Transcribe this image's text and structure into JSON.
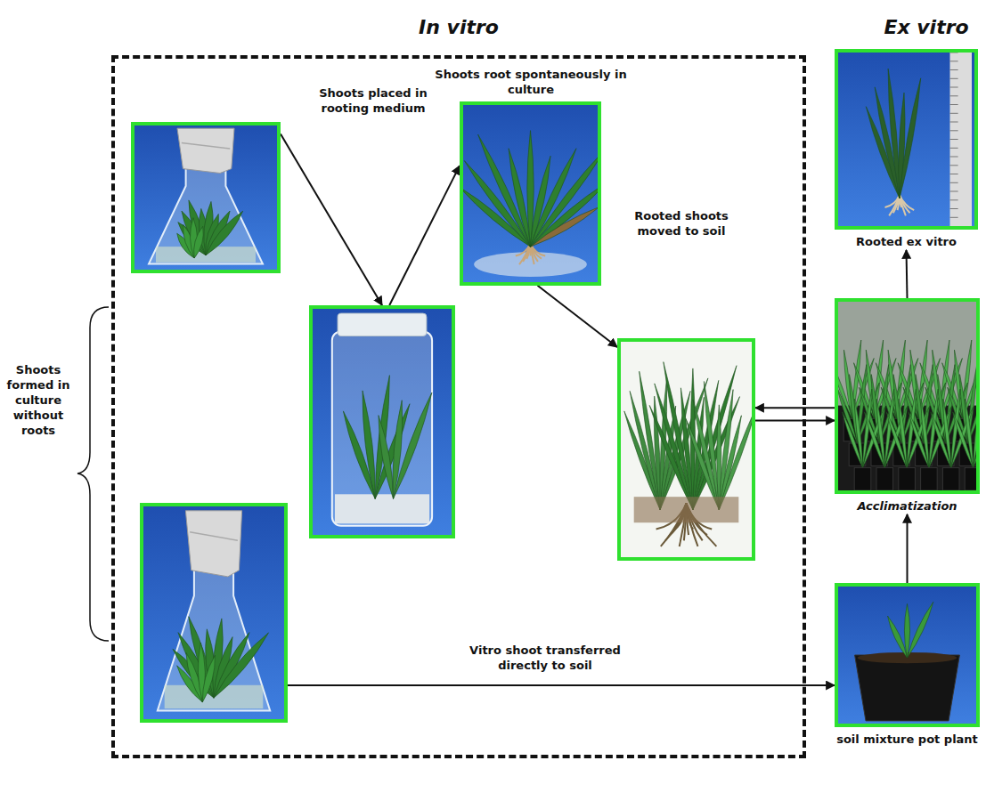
{
  "diagram": {
    "nodes": [
      {
        "text": [
          "In vitro"
        ]
      },
      {
        "text": [],
        "in": 0
      },
      {
        "text": [],
        "in": 0
      },
      {
        "text": [],
        "in": 0
      },
      {
        "text": [
          "Shoots root spontaneously in culture"
        ],
        "in": 0
      },
      {
        "text": [],
        "in": 0
      },
      {
        "text": [
          "Rooted ex vitro"
        ]
      },
      {
        "text": [
          "Acclimatization"
        ]
      },
      {
        "text": [
          "soil mixture pot plant"
        ]
      }
    ],
    "edges": [
      {
        "from": 1,
        "to": 3,
        "arrow": "to",
        "label": "Shoots placed in rooting medium"
      },
      {
        "from": 3,
        "to": 4,
        "arrow": "to"
      },
      {
        "from": 4,
        "to": 5,
        "arrow": "to",
        "label": "Rooted shoots moved to soil"
      },
      {
        "from": 7,
        "to": 5,
        "arrow": "to"
      },
      {
        "from": 5,
        "to": 7,
        "arrow": "to"
      },
      {
        "from": 8,
        "to": 7,
        "arrow": "to"
      },
      {
        "from": 7,
        "to": 6,
        "arrow": "to"
      },
      {
        "from": 2,
        "to": 8,
        "arrow": "to",
        "label": "Vitro shoot transferred directly to soil"
      }
    ],
    "labels": [
      "Ex vitro",
      "Shoots formed in culture without roots"
    ]
  }
}
